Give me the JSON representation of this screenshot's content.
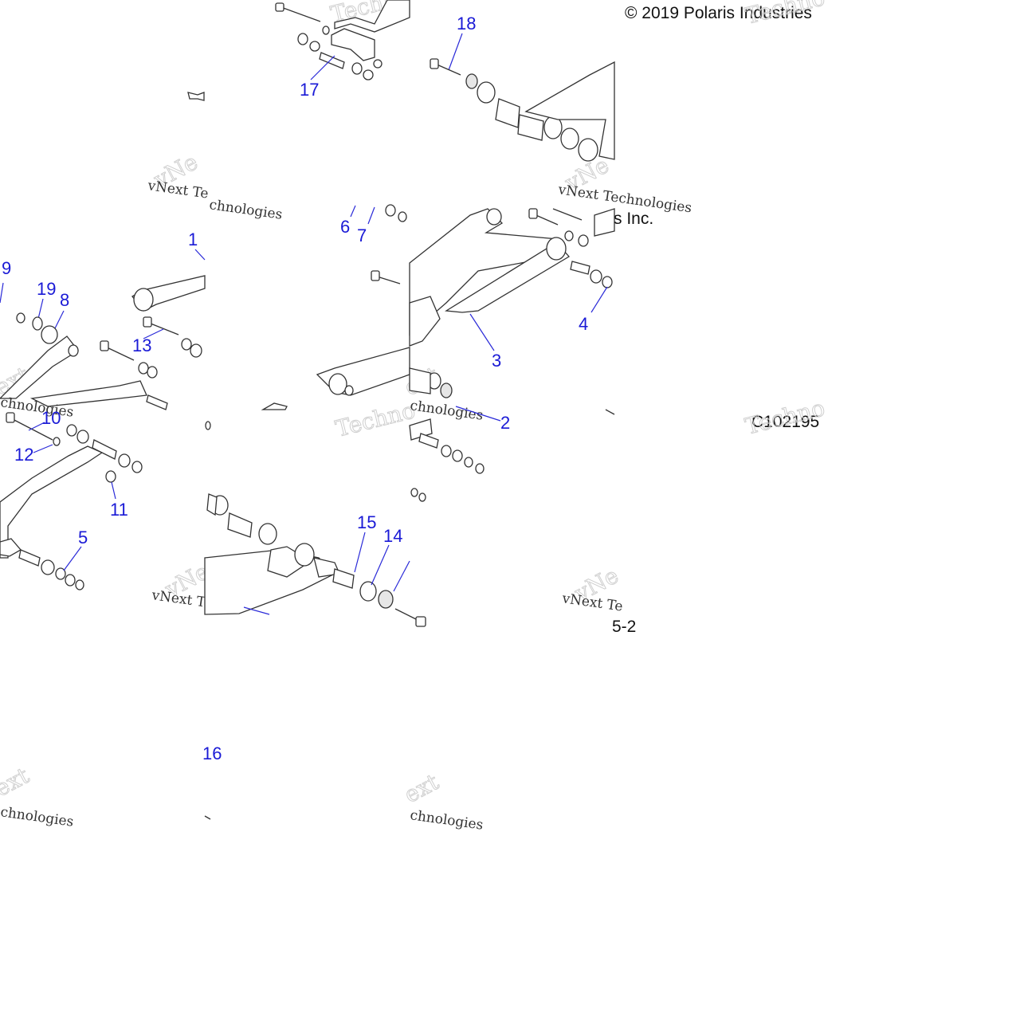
{
  "copyright": {
    "line1": "© 2019 Polaris Industries",
    "line2": "s Inc."
  },
  "figure_code": "C102195",
  "page_ref": "5-2",
  "watermarks": {
    "small": "vNext Technologies",
    "fragment_te": "vNext Te",
    "fragment_chno": "chnologies",
    "big_vn": "vNe",
    "big_techno": "Techno",
    "big_ext": "ext"
  },
  "callouts": {
    "c1": "1",
    "c2": "2",
    "c3": "3",
    "c4": "4",
    "c5": "5",
    "c6": "6",
    "c7": "7",
    "c8": "8",
    "c9": "9",
    "c10": "10",
    "c11": "11",
    "c12": "12",
    "c13": "13",
    "c14": "14",
    "c15": "15",
    "c16": "16",
    "c17": "17",
    "c18": "18",
    "c19": "19",
    "c1b": "1"
  },
  "colors": {
    "callout": "#1a1ad6",
    "line": "#333333",
    "watermark": "#cfcfcf"
  }
}
